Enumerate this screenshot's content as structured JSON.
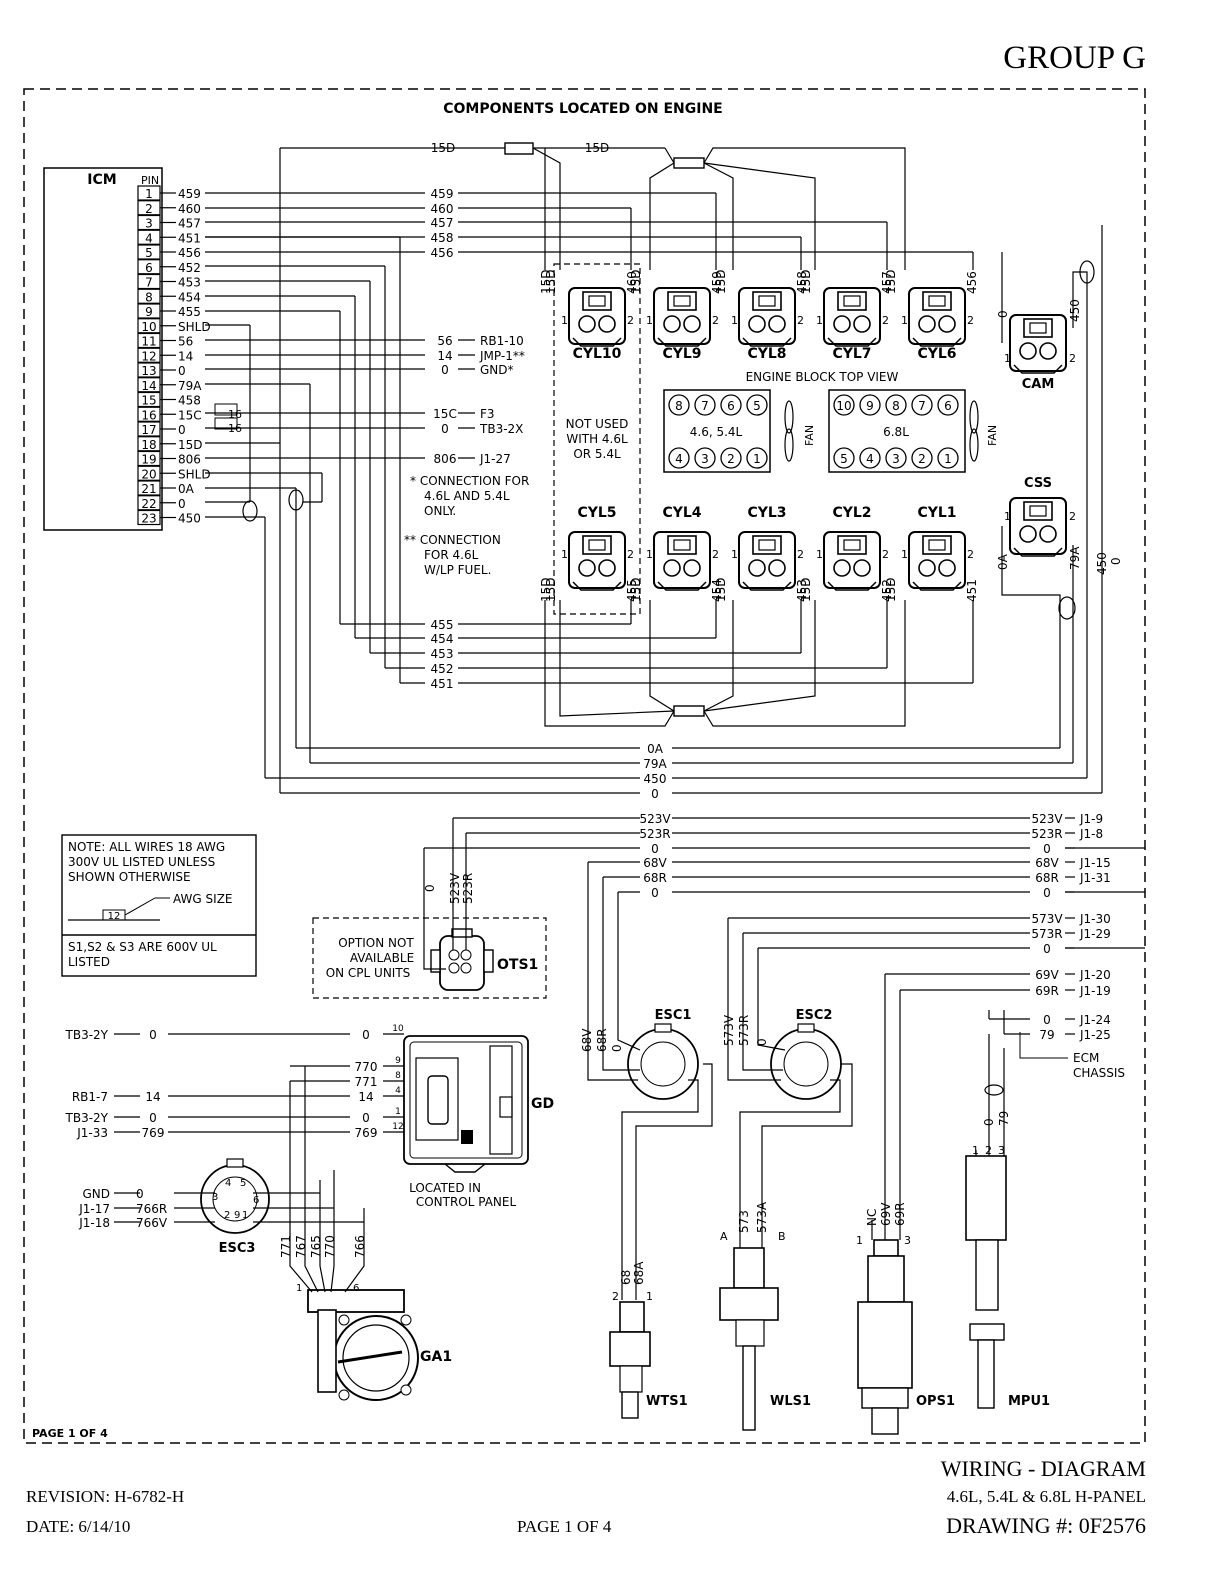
{
  "header": {
    "group": "GROUP G"
  },
  "frame": {
    "engine_title": "COMPONENTS LOCATED ON ENGINE",
    "page_marker": "PAGE 1 OF 4"
  },
  "icm": {
    "label": "ICM",
    "pin_header": "PIN",
    "pins": [
      {
        "pin": "1",
        "wire": "459"
      },
      {
        "pin": "2",
        "wire": "460"
      },
      {
        "pin": "3",
        "wire": "457"
      },
      {
        "pin": "4",
        "wire": "451"
      },
      {
        "pin": "5",
        "wire": "456"
      },
      {
        "pin": "6",
        "wire": "452"
      },
      {
        "pin": "7",
        "wire": "453"
      },
      {
        "pin": "8",
        "wire": "454"
      },
      {
        "pin": "9",
        "wire": "455"
      },
      {
        "pin": "10",
        "wire": "SHLD"
      },
      {
        "pin": "11",
        "wire": "56"
      },
      {
        "pin": "12",
        "wire": "14"
      },
      {
        "pin": "13",
        "wire": "0"
      },
      {
        "pin": "14",
        "wire": "79A"
      },
      {
        "pin": "15",
        "wire": "458"
      },
      {
        "pin": "16",
        "wire": "15C"
      },
      {
        "pin": "17",
        "wire": "0"
      },
      {
        "pin": "18",
        "wire": "15D"
      },
      {
        "pin": "19",
        "wire": "806"
      },
      {
        "pin": "20",
        "wire": "SHLD"
      },
      {
        "pin": "21",
        "wire": "0A"
      },
      {
        "pin": "22",
        "wire": "0"
      },
      {
        "pin": "23",
        "wire": "450"
      }
    ],
    "gauge_16a": "16",
    "gauge_16b": "16"
  },
  "engine": {
    "wire_15d_left": "15D",
    "wire_15d_right": "15D",
    "top_wires": [
      "459",
      "460",
      "457",
      "458",
      "456"
    ],
    "ext": [
      {
        "wire": "56",
        "dest": "RB1-10"
      },
      {
        "wire": "14",
        "dest": "JMP-1**"
      },
      {
        "wire": "0",
        "dest": "GND*"
      },
      {
        "wire": "15C",
        "dest": "F3"
      },
      {
        "wire": "0",
        "dest": "TB3-2X"
      },
      {
        "wire": "806",
        "dest": "J1-27"
      }
    ],
    "note_star_1": "* CONNECTION FOR",
    "note_star_2": "4.6L AND 5.4L",
    "note_star_3": "ONLY.",
    "note_dstar_1": "** CONNECTION",
    "note_dstar_2": "FOR 4.6L",
    "note_dstar_3": "W/LP FUEL.",
    "not_used_1": "NOT USED",
    "not_used_2": "WITH 4.6L",
    "not_used_3": "OR 5.4L",
    "cyl_top": [
      {
        "name": "CYL10",
        "wire": "460"
      },
      {
        "name": "CYL9",
        "wire": "459"
      },
      {
        "name": "CYL8",
        "wire": "458"
      },
      {
        "name": "CYL7",
        "wire": "457"
      },
      {
        "name": "CYL6",
        "wire": "456"
      }
    ],
    "cyl_bottom": [
      {
        "name": "CYL5",
        "wire": "455"
      },
      {
        "name": "CYL4",
        "wire": "454"
      },
      {
        "name": "CYL3",
        "wire": "453"
      },
      {
        "name": "CYL2",
        "wire": "452"
      },
      {
        "name": "CYL1",
        "wire": "451"
      }
    ],
    "block_title": "ENGINE BLOCK TOP VIEW",
    "block_a_label": "4.6, 5.4L",
    "block_b_label": "6.8L",
    "block_a_top": [
      "8",
      "7",
      "6",
      "5"
    ],
    "block_a_bot": [
      "4",
      "3",
      "2",
      "1"
    ],
    "block_b_top": [
      "10",
      "9",
      "8",
      "7",
      "6"
    ],
    "block_b_bot": [
      "5",
      "4",
      "3",
      "2",
      "1"
    ],
    "fan": "FAN",
    "cam": {
      "label": "CAM",
      "wire_0": "0",
      "wire_450": "450"
    },
    "css": {
      "label": "CSS",
      "wire_0a": "0A",
      "wire_79a": "79A"
    },
    "right_450": "450",
    "right_0": "0",
    "bottom_wires": [
      "455",
      "454",
      "453",
      "452",
      "451"
    ],
    "return_wires": [
      "0A",
      "79A",
      "450",
      "0"
    ],
    "pin1": "1",
    "pin2": "2"
  },
  "note": {
    "l1": "NOTE: ALL WIRES 18 AWG",
    "l2": "300V UL LISTED UNLESS",
    "l3": "SHOWN OTHERWISE",
    "awg": "AWG SIZE",
    "awg_box": "12",
    "s1": "S1,S2 & S3 ARE 600V UL",
    "s2": "LISTED"
  },
  "ots": {
    "label": "OTS1",
    "opt1": "OPTION NOT",
    "opt2": "AVAILABLE",
    "opt3": "ON CPL UNITS",
    "w0": "0",
    "w523v": "523V",
    "w523r": "523R"
  },
  "sensor_wires": [
    {
      "wire": "523V",
      "dest": "J1-9"
    },
    {
      "wire": "523R",
      "dest": "J1-8"
    },
    {
      "wire": "0",
      "dest": ""
    },
    {
      "wire": "68V",
      "dest": "J1-15"
    },
    {
      "wire": "68R",
      "dest": "J1-31"
    },
    {
      "wire": "0",
      "dest": ""
    },
    {
      "wire": "573V",
      "dest": "J1-30"
    },
    {
      "wire": "573R",
      "dest": "J1-29"
    },
    {
      "wire": "0",
      "dest": ""
    },
    {
      "wire": "69V",
      "dest": "J1-20"
    },
    {
      "wire": "69R",
      "dest": "J1-19"
    },
    {
      "wire": "0",
      "dest": "J1-24"
    },
    {
      "wire": "79",
      "dest": "J1-25"
    }
  ],
  "ecm_chassis_1": "ECM",
  "ecm_chassis_2": "CHASSIS",
  "gd": {
    "label": "GD",
    "loc1": "LOCATED IN",
    "loc2": "CONTROL PANEL",
    "rows": [
      {
        "src": "TB3-2Y",
        "wire": "0",
        "wire2": "0",
        "pin": "10"
      },
      {
        "src": "",
        "wire": "",
        "wire2": "770",
        "pin": "9"
      },
      {
        "src": "",
        "wire": "",
        "wire2": "771",
        "pin": "8"
      },
      {
        "src": "RB1-7",
        "wire": "14",
        "wire2": "14",
        "pin": "4"
      },
      {
        "src": "TB3-2Y",
        "wire": "0",
        "wire2": "0",
        "pin": "1"
      },
      {
        "src": "J1-33",
        "wire": "769",
        "wire2": "769",
        "pin": "12"
      }
    ]
  },
  "esc3": {
    "label": "ESC3",
    "rows": [
      {
        "src": "GND",
        "wire": "0"
      },
      {
        "src": "J1-17",
        "wire": "766R"
      },
      {
        "src": "J1-18",
        "wire": "766V"
      }
    ]
  },
  "ga1": {
    "label": "GA1",
    "wires": [
      "771",
      "767",
      "765",
      "770",
      "766"
    ],
    "pin1": "1",
    "pin6": "6"
  },
  "esc1": {
    "label": "ESC1",
    "wires": [
      "68V",
      "68R",
      "0"
    ]
  },
  "esc2": {
    "label": "ESC2",
    "wires": [
      "573V",
      "573R",
      "0"
    ]
  },
  "wts1": {
    "label": "WTS1",
    "wires": [
      "68",
      "68A"
    ],
    "p2": "2",
    "p1": "1"
  },
  "wls1": {
    "label": "WLS1",
    "wires": [
      "573",
      "573A"
    ],
    "pa": "A",
    "pb": "B"
  },
  "ops1": {
    "label": "OPS1",
    "wires": [
      "NC",
      "69V",
      "69R"
    ],
    "p1": "1",
    "p3": "3"
  },
  "mpu1": {
    "label": "MPU1",
    "wires": [
      "0",
      "79"
    ],
    "pins": [
      "1",
      "2",
      "3"
    ]
  },
  "footer": {
    "title": "WIRING - DIAGRAM",
    "revision": "REVISION: H-6782-H",
    "subtitle": "4.6L, 5.4L & 6.8L H-PANEL",
    "date": "DATE: 6/14/10",
    "page": "PAGE 1 OF 4",
    "drawing": "DRAWING #: 0F2576"
  }
}
